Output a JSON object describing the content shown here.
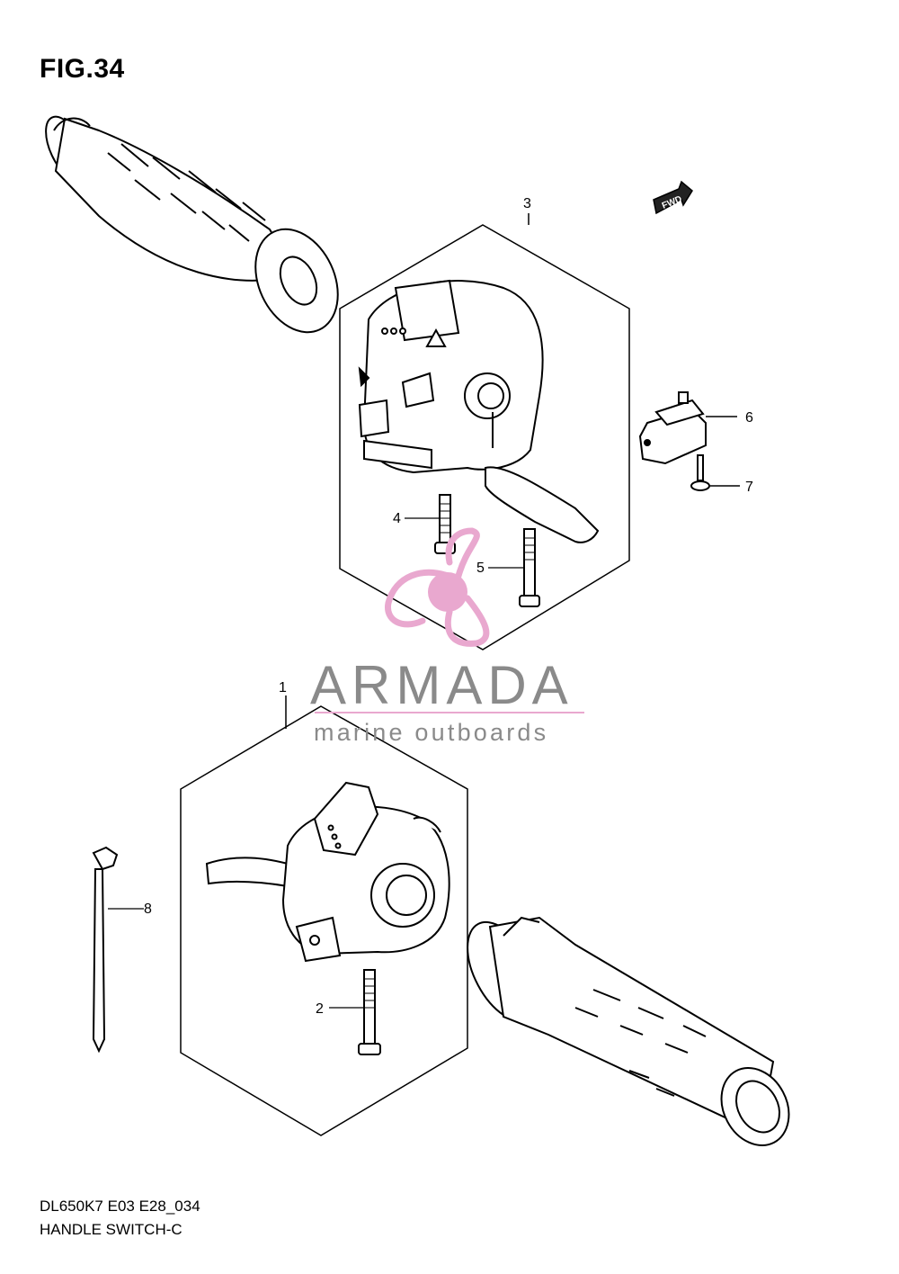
{
  "figure": {
    "title": "FIG.34",
    "code": "DL650K7 E03 E28_034",
    "name": "HANDLE SWITCH-C",
    "fwd_label": "FWD"
  },
  "callouts": [
    {
      "id": "1",
      "text": "1"
    },
    {
      "id": "2",
      "text": "2"
    },
    {
      "id": "3",
      "text": "3"
    },
    {
      "id": "4",
      "text": "4"
    },
    {
      "id": "5",
      "text": "5"
    },
    {
      "id": "6",
      "text": "6"
    },
    {
      "id": "7",
      "text": "7"
    },
    {
      "id": "8",
      "text": "8"
    }
  ],
  "watermark": {
    "brand": "ARMADA",
    "tagline": "marine outboards",
    "color": "#e9a8cf"
  }
}
